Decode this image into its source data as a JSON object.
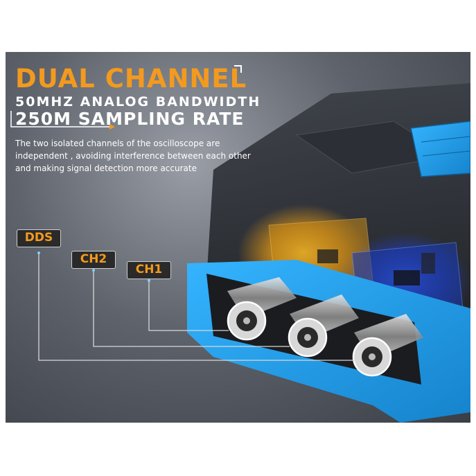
{
  "headline": "DUAL CHANNEL",
  "spec_bandwidth": "50MHZ ANALOG BANDWIDTH",
  "spec_sampling": "250M SAMPLING RATE",
  "description": "The two isolated channels of the oscilloscope are independent , avoiding interference between each other and making signal detection more accurate",
  "tags": {
    "dds": "DDS",
    "ch2": "CH2",
    "ch1": "CH1"
  },
  "colors": {
    "accent_orange": "#f39a1e",
    "case_blue": "#1f9be6",
    "case_dark": "#26292e",
    "text_white": "#ffffff"
  }
}
